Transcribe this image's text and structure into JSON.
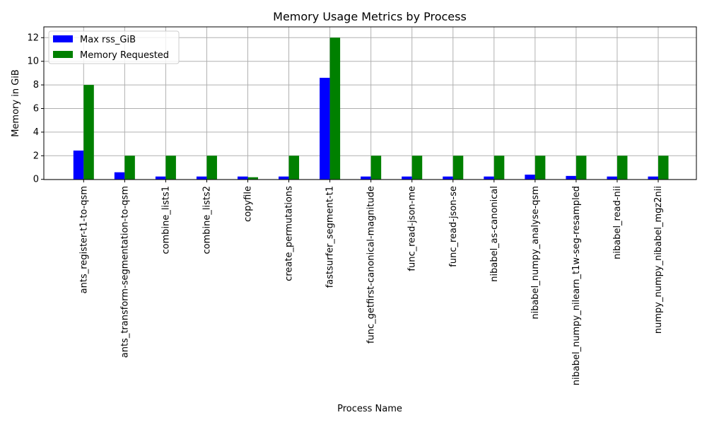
{
  "chart_data": {
    "type": "bar",
    "title": "Memory Usage Metrics by Process",
    "xlabel": "Process Name",
    "ylabel": "Memory in GiB",
    "ylim": [
      0,
      12.6
    ],
    "yticks": [
      "0",
      "2",
      "4",
      "6",
      "8",
      "10",
      "12"
    ],
    "grid": true,
    "legend_position": "top-left",
    "categories": [
      "ants_register-t1-to-qsm",
      "ants_transform-segmentation-to-qsm",
      "combine_lists1",
      "combine_lists2",
      "copyfile",
      "create_permutations",
      "fastsurfer_segment-t1",
      "func_getfirst-canonical-magnitude",
      "func_read-json-me",
      "func_read-json-se",
      "nibabel_as-canonical",
      "nibabel_numpy_analyse-qsm",
      "nibabel_numpy_nilearn_t1w-seg-resampled",
      "nibabel_read-nii",
      "numpy_numpy_nibabel_mgz2nii"
    ],
    "series": [
      {
        "name": "Max rss_GiB",
        "color": "#0000ff",
        "values": [
          2.44,
          0.6,
          0.24,
          0.24,
          0.24,
          0.24,
          8.6,
          0.24,
          0.24,
          0.24,
          0.24,
          0.4,
          0.29,
          0.24,
          0.24
        ]
      },
      {
        "name": "Memory Requested",
        "color": "#008000",
        "values": [
          8,
          2,
          2,
          2,
          0.18,
          2,
          12,
          2,
          2,
          2,
          2,
          2,
          2,
          2,
          2
        ]
      }
    ]
  }
}
